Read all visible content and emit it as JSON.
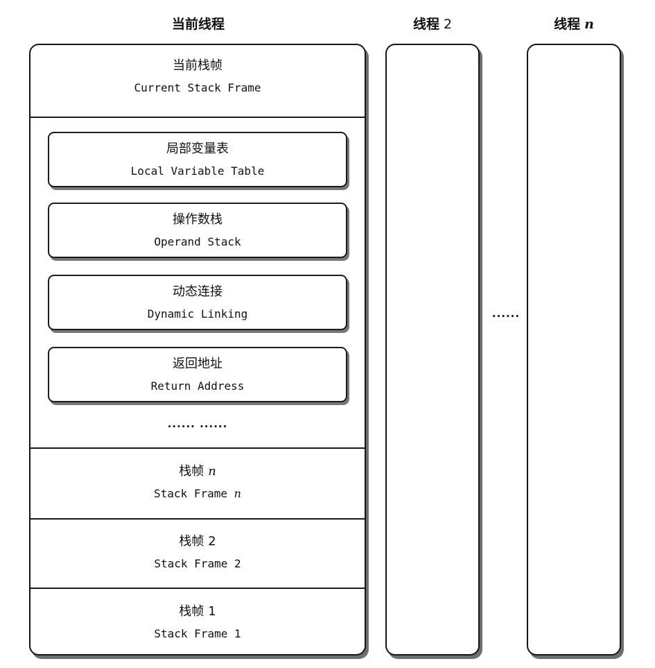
{
  "headers": {
    "current_thread": "当前线程",
    "thread_2_label": "线程",
    "thread_2_num": "2",
    "thread_n_label": "线程",
    "thread_n_var": "n"
  },
  "current_frame": {
    "cn": "当前栈帧",
    "en": "Current Stack Frame"
  },
  "frame_parts": [
    {
      "cn": "局部变量表",
      "en": "Local Variable Table"
    },
    {
      "cn": "操作数栈",
      "en": "Operand Stack"
    },
    {
      "cn": "动态连接",
      "en": "Dynamic Linking"
    },
    {
      "cn": "返回地址",
      "en": "Return Address"
    }
  ],
  "inner_ellipsis": "······ ······",
  "stack_frames": [
    {
      "cn": "栈帧",
      "cn_suffix": "n",
      "en": "Stack Frame",
      "en_suffix": "n"
    },
    {
      "cn": "栈帧",
      "cn_suffix": "2",
      "en": "Stack Frame 2"
    },
    {
      "cn": "栈帧",
      "cn_suffix": "1",
      "en": "Stack Frame 1"
    }
  ],
  "between_threads_ellipsis": "······"
}
